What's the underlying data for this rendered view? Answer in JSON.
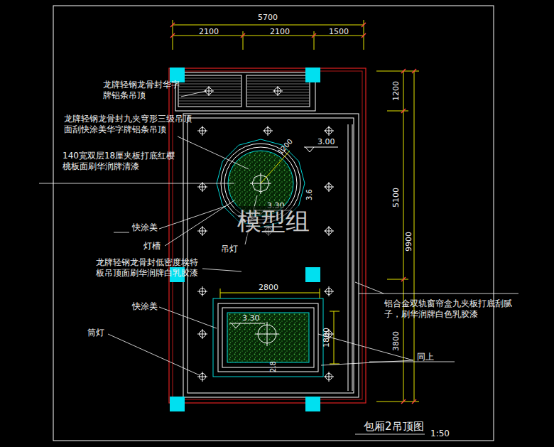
{
  "diagram": {
    "title": "包厢2吊顶图",
    "labels": [
      "5700",
      "2100",
      "2100",
      "1500",
      "1200",
      "5100",
      "9900",
      "3800",
      "1200",
      "3.6",
      "3.00",
      "3.30",
      "2800",
      "1800",
      "3.30",
      "2.8",
      "龙牌轻钢龙骨封华字牌铝条吊顶",
      "龙牌轻钢龙骨封九夹穹形三级吊顶面刮快涂美华字牌铝条吊顶",
      "140宽双层18厘夹板打底红樱桃板面刷华润牌清漆",
      "快涂美",
      "灯槽",
      "吊灯",
      "龙牌轻钢龙骨封低密度埃特板吊顶面刷华润牌白乳胶漆",
      "快涂美",
      "筒灯",
      "铝合金双轨窗帘盒九夹板打底刮腻子，刷华润牌白色乳胶漆",
      "同上",
      "模型组",
      "1:50"
    ]
  }
}
